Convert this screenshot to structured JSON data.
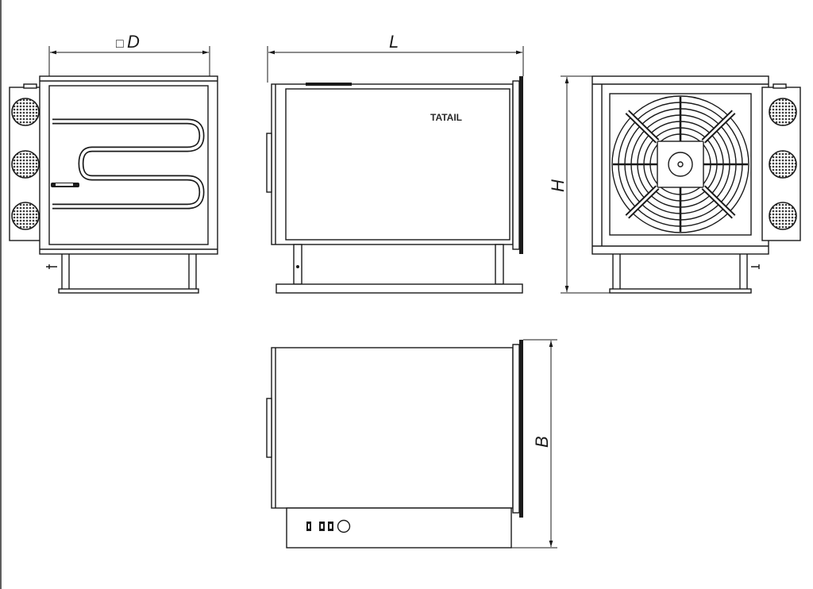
{
  "dimensions": {
    "D_symbol": "□",
    "D_label": "D",
    "L_label": "L",
    "H_label": "H",
    "B_label": "B"
  },
  "brand": {
    "logo_text": "TATAIL"
  },
  "colors": {
    "line": "#1a1a1a",
    "background": "#ffffff",
    "grille": "#3a3a3a"
  }
}
